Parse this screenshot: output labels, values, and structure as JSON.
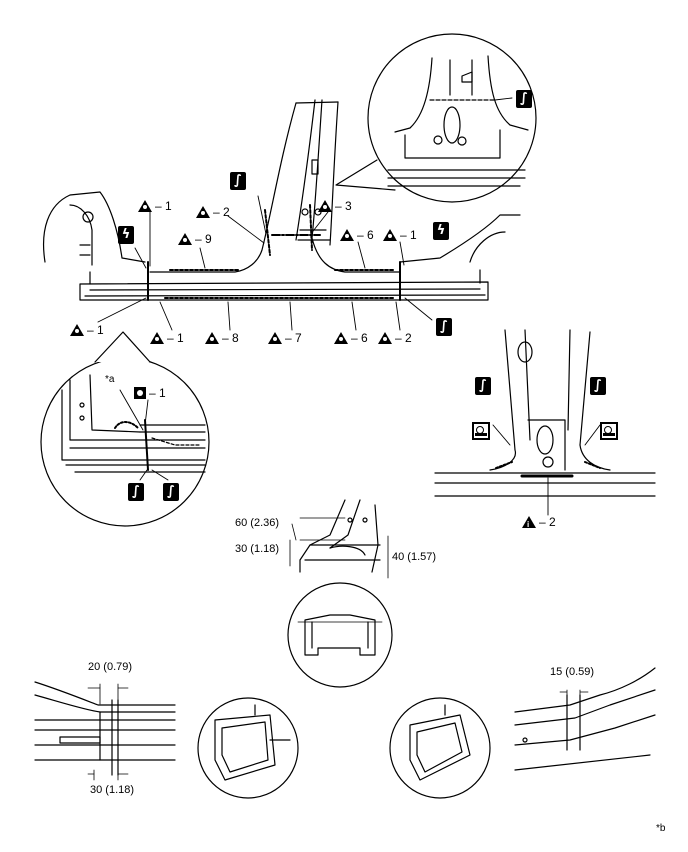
{
  "main_view": {
    "callouts": [
      {
        "id": "ul-1-top",
        "text": "– 1"
      },
      {
        "id": "ul-2",
        "text": "– 2"
      },
      {
        "id": "ul-3",
        "text": "– 3"
      },
      {
        "id": "ul-9",
        "text": "– 9"
      },
      {
        "id": "ul-6-top",
        "text": "– 6"
      },
      {
        "id": "ul-1-right",
        "text": "– 1"
      },
      {
        "id": "ul-1-left",
        "text": "– 1"
      },
      {
        "id": "ul-1-bottom",
        "text": "– 1"
      },
      {
        "id": "ul-8",
        "text": "– 8"
      },
      {
        "id": "ul-7",
        "text": "– 7"
      },
      {
        "id": "ul-6-bottom",
        "text": "– 6"
      },
      {
        "id": "ul-2-bottom",
        "text": "– 2"
      }
    ]
  },
  "detail_left": {
    "label_a": "*a",
    "callout": "– 1"
  },
  "detail_right": {
    "callout": "– 2"
  },
  "dimensions": {
    "d60": "60 (2.36)",
    "d30_top": "30 (1.18)",
    "d40": "40 (1.57)",
    "d20": "20 (0.79)",
    "d30_bottom": "30 (1.18)",
    "d15": "15 (0.59)"
  },
  "footer": {
    "label_b": "*b"
  },
  "icons": {
    "spot_weld": "triangle-spot-weld-icon",
    "plug_weld": "square-plug-weld-icon",
    "brazing": "brazing-icon",
    "saw_cut": "saw-cut-icon",
    "sealer": "sealer-icon"
  }
}
